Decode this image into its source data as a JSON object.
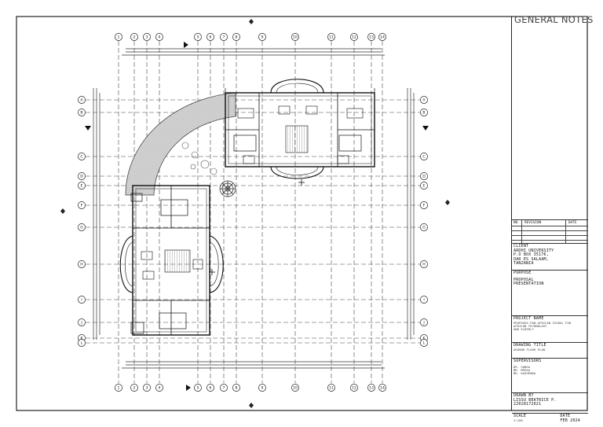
{
  "sheet": {
    "grid_top": [
      "1",
      "2",
      "3",
      "4",
      "5",
      "6",
      "7",
      "8",
      "9",
      "10",
      "11",
      "12",
      "13",
      "14"
    ],
    "grid_bottom": [
      "1",
      "2",
      "3",
      "4",
      "5",
      "6",
      "7",
      "8",
      "9",
      "10",
      "11",
      "12",
      "13",
      "14"
    ],
    "grid_left": [
      "A",
      "B",
      "C",
      "D",
      "E",
      "F",
      "G",
      "H",
      "I",
      "J",
      "K",
      "L"
    ],
    "grid_right": [
      "A",
      "B",
      "C",
      "D",
      "E",
      "F",
      "G",
      "H",
      "I",
      "J",
      "K",
      "L"
    ]
  },
  "titleblock": {
    "general_notes": "GENERAL NOTES",
    "revision": {
      "no": "NO.",
      "revision": "REVISION",
      "date": "DATE"
    },
    "client": {
      "label": "CLIENT",
      "lines": [
        "ARDHI UNIVERSITY",
        "P.O BOX 35176,",
        "DAR ES SALAAM,",
        "TANZANIA"
      ]
    },
    "purpose": {
      "label": "PURPOSE",
      "lines": [
        "PROPOSAL",
        "PRESENTATION"
      ]
    },
    "project_name": {
      "label": "PROJECT NAME",
      "lines": [
        "PROPOSED PAN-AFRICAN SCHOOL FOR",
        "AFRICAN TECHNOLOGY",
        "AND ELDERLY"
      ]
    },
    "drawing_title": {
      "label": "DRAWING TITLE",
      "value": "GROUND FLOOR PLAN"
    },
    "supervisors": {
      "label": "SUPERVISORS",
      "lines": [
        "Dr. SANGA",
        "Mr. MPEKA",
        "Mr. KASHENDA"
      ]
    },
    "drawn_by": {
      "label": "DRAWN BY",
      "lines": [
        "LISSU BEATRICE P.",
        "22028172021"
      ]
    },
    "scale": {
      "label": "SCALE",
      "value": "1:100"
    },
    "date": {
      "label": "DATE",
      "value": "FEB 2024"
    }
  }
}
